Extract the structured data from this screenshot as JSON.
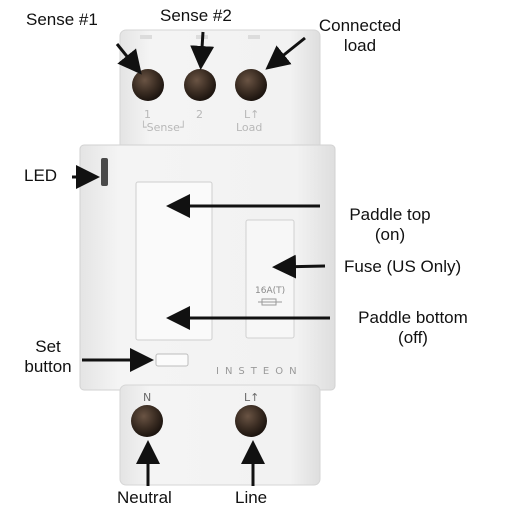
{
  "callouts": {
    "sense1": "Sense #1",
    "sense2": "Sense #2",
    "connected_load": [
      "Connected",
      "load"
    ],
    "led": "LED",
    "paddle_top": [
      "Paddle top",
      "(on)"
    ],
    "fuse": "Fuse (US Only)",
    "paddle_bottom": [
      "Paddle bottom",
      "(off)"
    ],
    "set_button": [
      "Set",
      "button"
    ],
    "neutral": "Neutral",
    "line": "Line"
  },
  "device_print": {
    "term1": "1",
    "term2": "2",
    "term3": "L↑",
    "sense_group": "└Sense┘",
    "load": "Load",
    "fuse_rating": "16A(T)",
    "brand": "INSTEON",
    "bottom_n": "N",
    "bottom_l": "L↑"
  },
  "colors": {
    "device_body": "#f1f1f1",
    "terminal": "#3a2c22",
    "arrow": "#111111"
  }
}
